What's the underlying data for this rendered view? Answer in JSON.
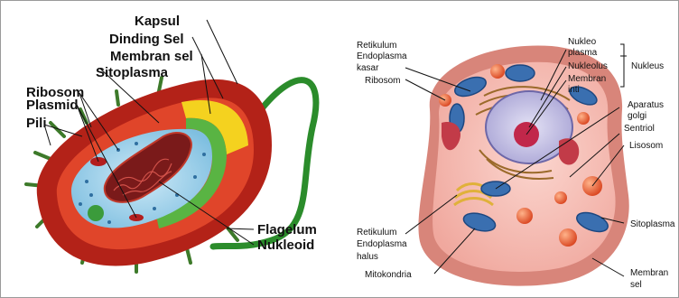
{
  "left_diagram": {
    "labels": {
      "kapsul": "Kapsul",
      "dinding_sel": "Dinding Sel",
      "membran_sel": "Membran sel",
      "sitoplasma": "Sitoplasma",
      "ribosom": "Ribosom",
      "plasmid": "Plasmid",
      "pili": "Pili",
      "flagelum": "Flagelum",
      "nukleoid": "Nukleoid"
    }
  },
  "right_diagram": {
    "labels": {
      "re_kasar_1": "Retikulum",
      "re_kasar_2": "Endoplasma",
      "re_kasar_3": "kasar",
      "ribosom": "Ribosom",
      "nukleoplasma_1": "Nukleo",
      "nukleoplasma_2": "plasma",
      "nukleolus": "Nukleolus",
      "membran_inti_1": "Membran",
      "membran_inti_2": "inti",
      "nukleus": "Nukleus",
      "aparatus_1": "Aparatus",
      "aparatus_2": "golgi",
      "sentriol": "Sentriol",
      "lisosom": "Lisosom",
      "re_halus_1": "Retikulum",
      "re_halus_2": "Endoplasma",
      "re_halus_3": "halus",
      "sitoplasma": "Sitoplasma",
      "mitokondria": "Mitokondria",
      "membran_sel_1": "Membran",
      "membran_sel_2": "sel"
    }
  }
}
